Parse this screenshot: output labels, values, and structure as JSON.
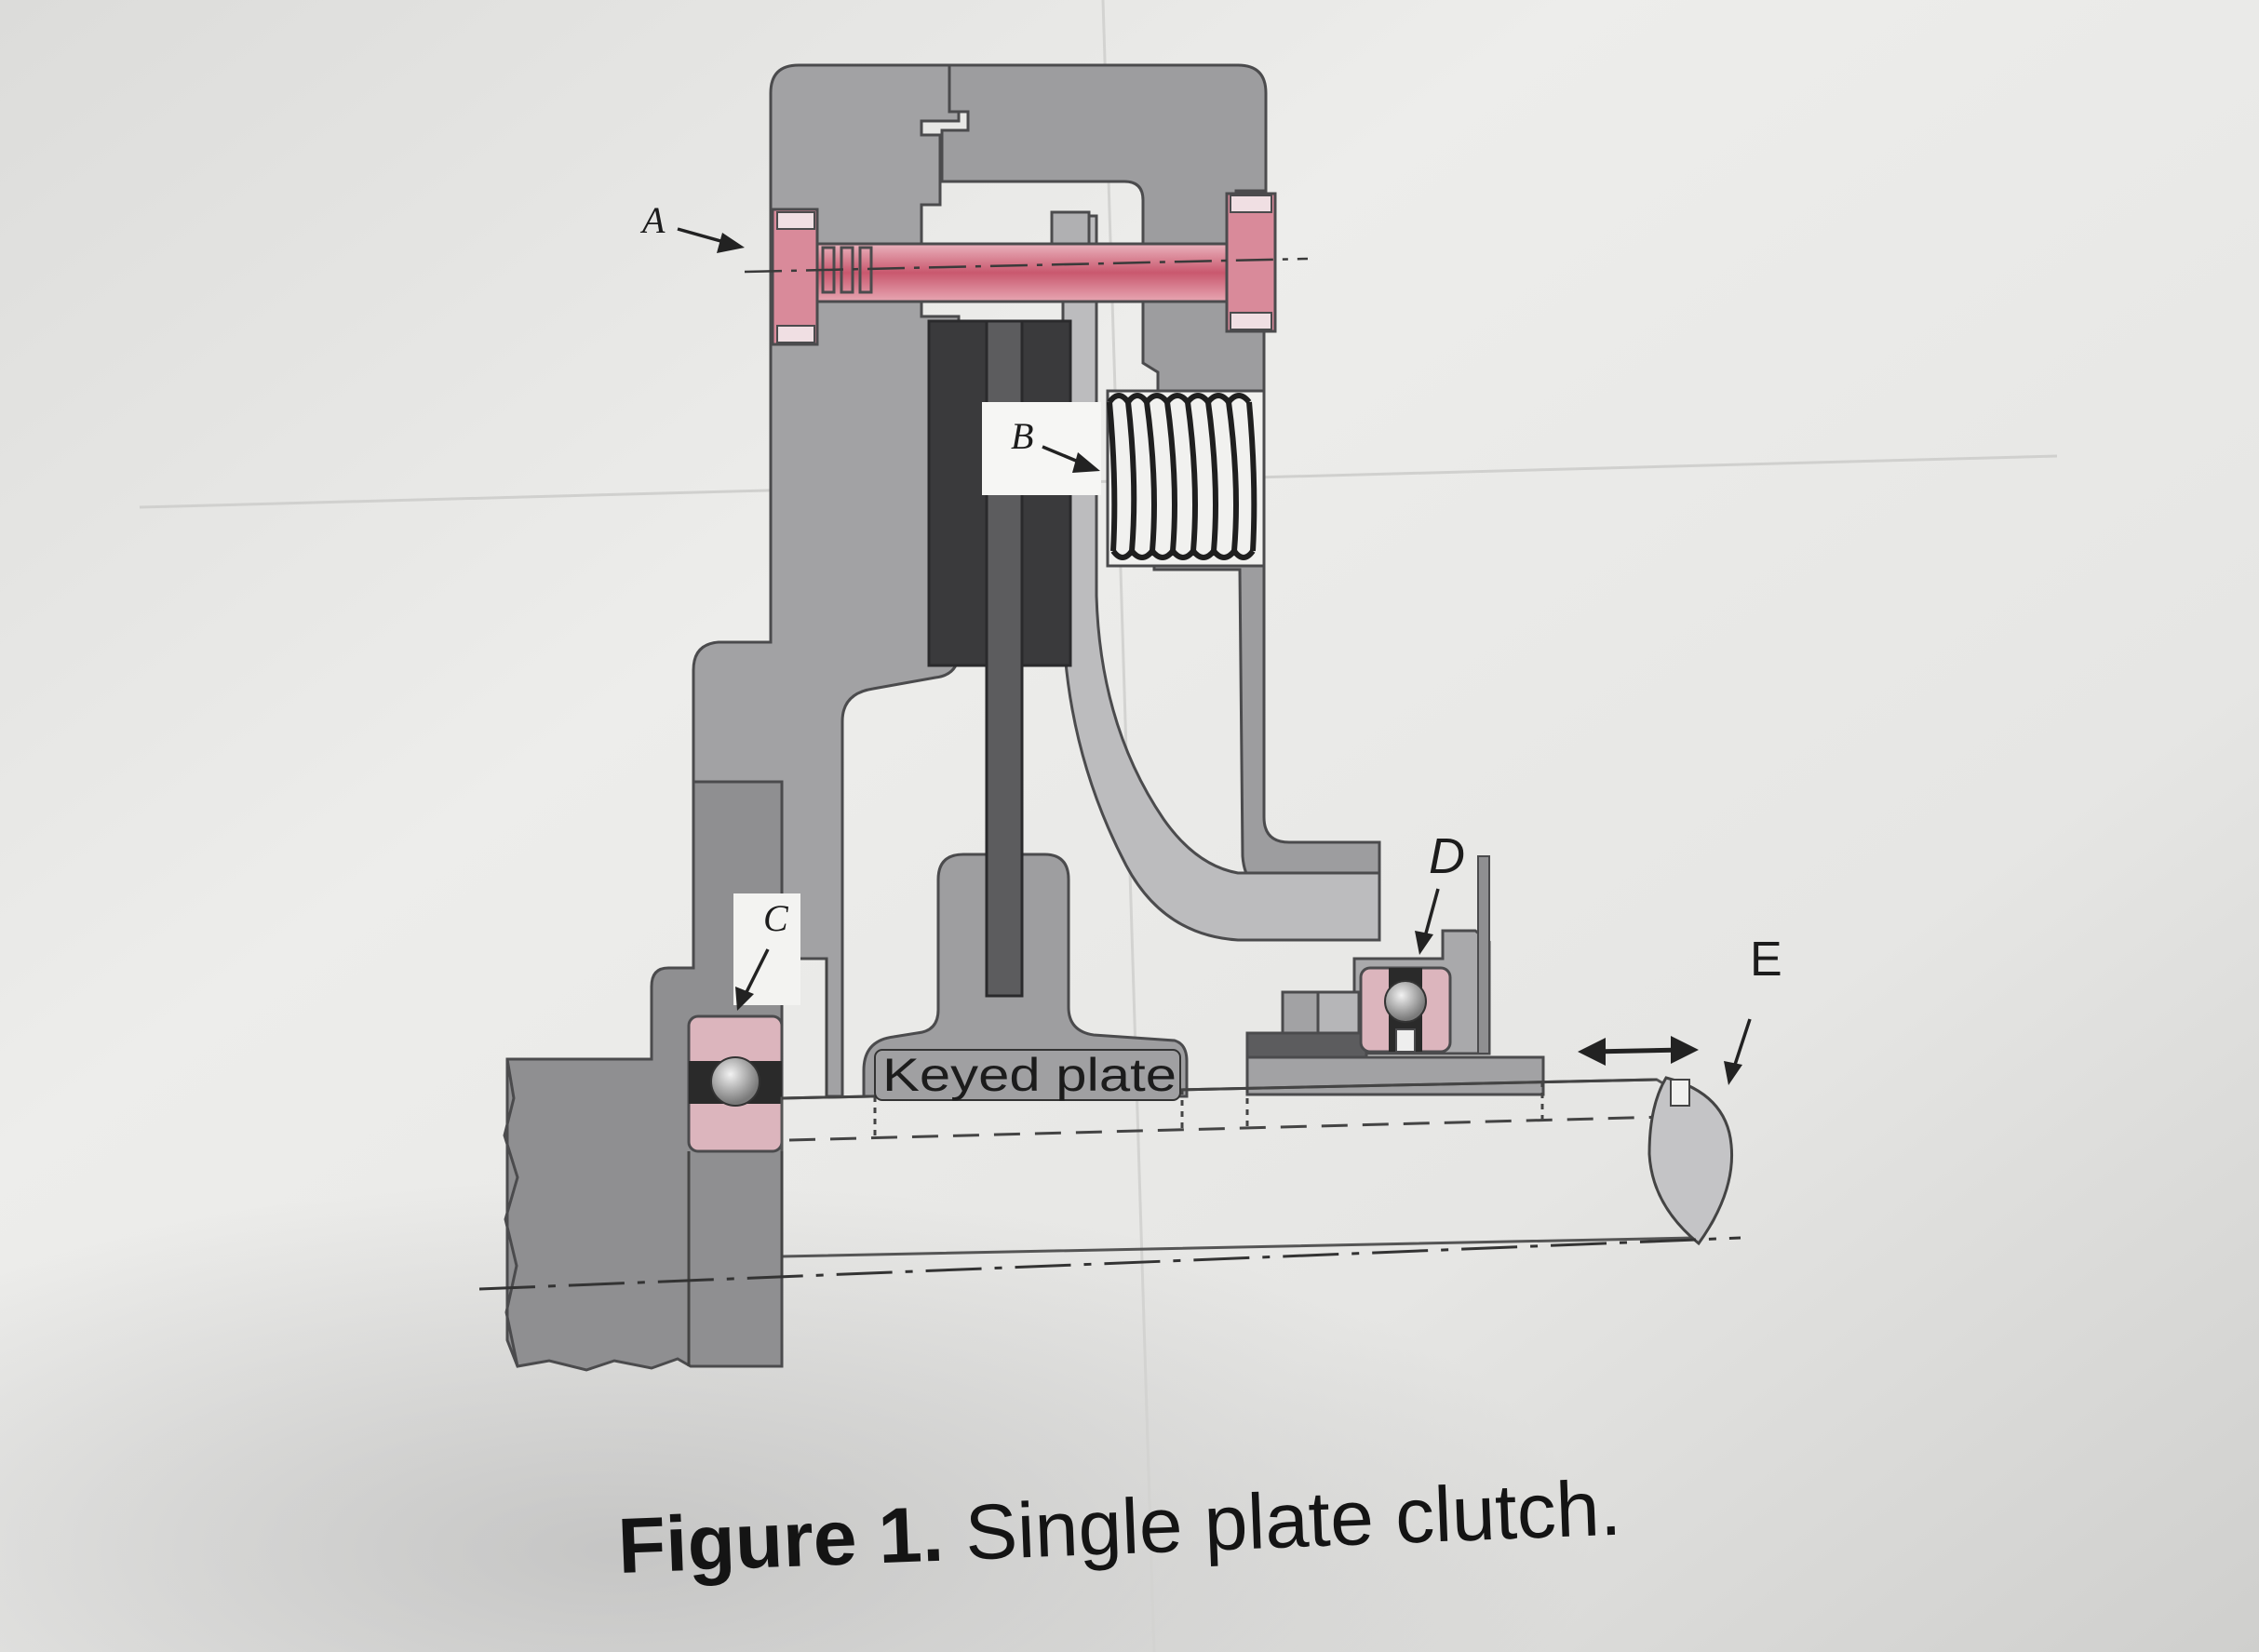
{
  "figure": {
    "caption_bold": "Figure 1.",
    "caption_text": " Single plate clutch.",
    "keyed_plate_label": "Keyed plate",
    "callouts": {
      "a": "A",
      "b": "B",
      "c": "C",
      "d": "D",
      "e": "E"
    }
  },
  "colors": {
    "paper": "#e8e8e6",
    "housing": "#9a9a9c",
    "housing_dark": "#6e6e70",
    "friction": "#3c3c3e",
    "bolt": "#d98a9a",
    "bearing": "#dcb5bd",
    "light_gray": "#bdbdbf"
  }
}
